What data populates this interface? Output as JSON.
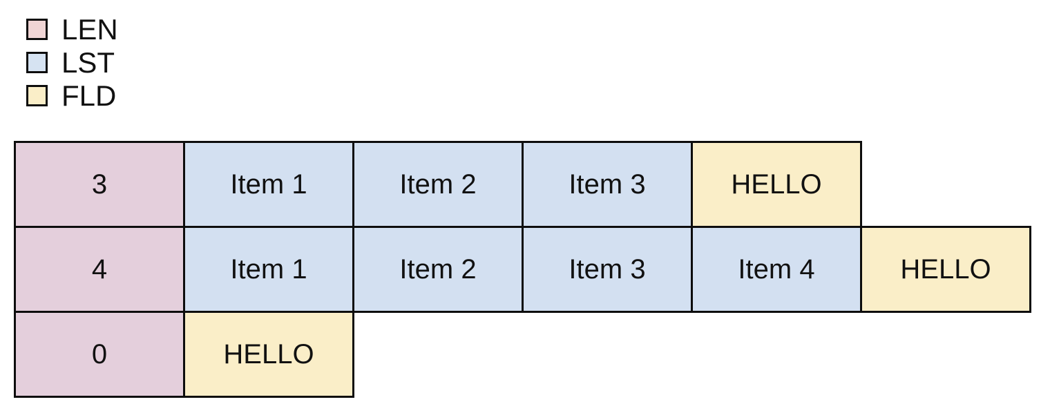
{
  "legend": {
    "items": [
      {
        "label": "LEN",
        "color": "#f0d5d5",
        "key": "len"
      },
      {
        "label": "LST",
        "color": "#d6e3f2",
        "key": "lst"
      },
      {
        "label": "FLD",
        "color": "#faeec8",
        "key": "fld"
      }
    ]
  },
  "colors": {
    "len_fill": "#e4cfdc",
    "lst_fill": "#d3e0f1",
    "fld_fill": "#faeec8",
    "border": "#0d0d0d",
    "text": "#111111",
    "background": "#ffffff"
  },
  "table": {
    "rows": [
      {
        "cells": [
          {
            "text": "3",
            "type": "len"
          },
          {
            "text": "Item 1",
            "type": "lst"
          },
          {
            "text": "Item 2",
            "type": "lst"
          },
          {
            "text": "Item 3",
            "type": "lst"
          },
          {
            "text": "HELLO",
            "type": "fld"
          }
        ]
      },
      {
        "cells": [
          {
            "text": "4",
            "type": "len"
          },
          {
            "text": "Item 1",
            "type": "lst"
          },
          {
            "text": "Item 2",
            "type": "lst"
          },
          {
            "text": "Item 3",
            "type": "lst"
          },
          {
            "text": "Item 4",
            "type": "lst"
          },
          {
            "text": "HELLO",
            "type": "fld"
          }
        ]
      },
      {
        "cells": [
          {
            "text": "0",
            "type": "len"
          },
          {
            "text": "HELLO",
            "type": "fld"
          }
        ]
      }
    ]
  }
}
